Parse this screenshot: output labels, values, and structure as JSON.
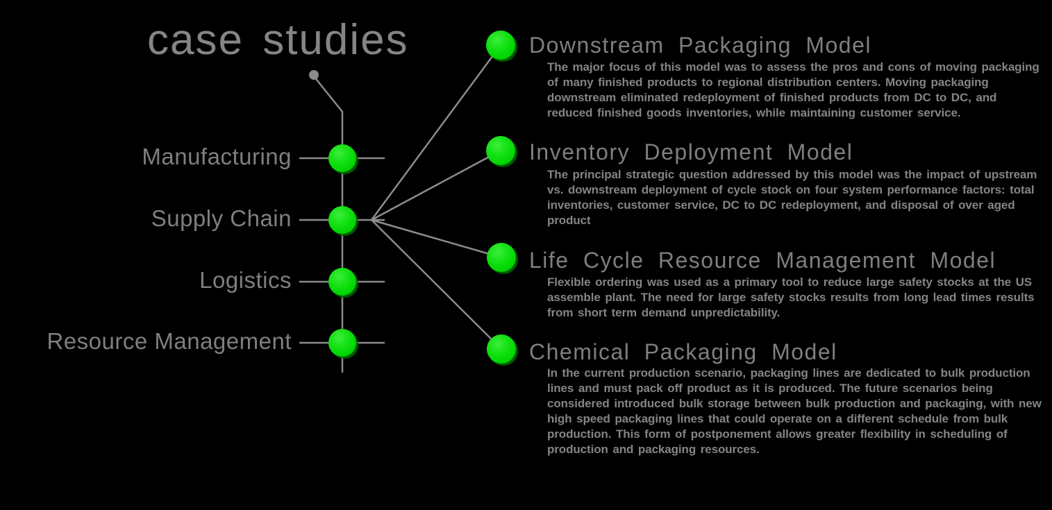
{
  "title": "case studies",
  "colors": {
    "background": "#000000",
    "line_gray": "#8c8c8c",
    "text_gray": "#848484",
    "node_green": "#00d400"
  },
  "left_nodes": [
    {
      "label": "Manufacturing"
    },
    {
      "label": "Supply Chain"
    },
    {
      "label": "Logistics"
    },
    {
      "label": "Resource Management"
    }
  ],
  "case_studies": [
    {
      "title": "Downstream Packaging Model",
      "description": "The major focus of this model was to assess the pros and cons of moving packaging of many finished products to regional distribution centers. Moving packaging downstream eliminated redeployment of finished products from DC to DC, and reduced finished goods inventories, while maintaining customer service."
    },
    {
      "title": "Inventory Deployment Model",
      "description": "The principal strategic question addressed by this model was the impact of upstream vs. downstream deployment of cycle stock on four system performance factors: total inventories, customer service, DC to DC redeployment, and disposal of over aged product"
    },
    {
      "title": "Life Cycle Resource Management Model",
      "description": "Flexible ordering was used as a primary tool to reduce large safety stocks at the US assemble plant. The need for large safety stocks results from long lead times results from short term demand unpredictability."
    },
    {
      "title": "Chemical Packaging Model",
      "description": "In the current production scenario, packaging lines are dedicated to bulk production lines and must pack off product as it is produced. The future scenarios being considered introduced bulk storage between bulk production and packaging, with new high speed packaging lines that could operate on a different schedule from bulk production. This form of postponement allows greater flexibility in scheduling of production and packaging resources."
    }
  ]
}
